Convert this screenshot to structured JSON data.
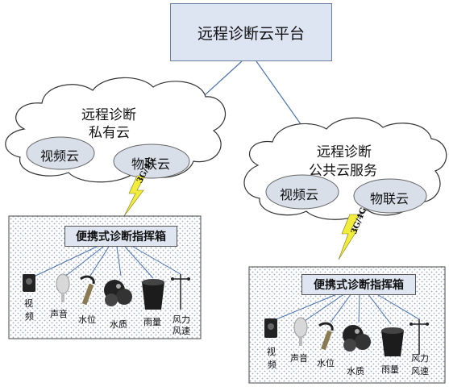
{
  "platform": {
    "label": "远程诊断云平台"
  },
  "private_cloud": {
    "title_line1": "远程诊断",
    "title_line2": "私有云",
    "video_cloud": "视频云",
    "iot_cloud": "物联云",
    "link_label": "3G/4G"
  },
  "public_cloud": {
    "title_line1": "远程诊断",
    "title_line2": "公共云服务",
    "video_cloud": "视频云",
    "iot_cloud": "物联云",
    "link_label": "3G/4G"
  },
  "box_left": {
    "title": "便携式诊断指挥箱",
    "sensors": {
      "video": [
        "视",
        "频"
      ],
      "sound": "声音",
      "water_level": "水位",
      "water_quality": "水质",
      "rainfall": "雨量",
      "wind": [
        "风力",
        "风速"
      ]
    }
  },
  "box_right": {
    "title": "便携式诊断指挥箱",
    "sensors": {
      "video": [
        "视",
        "频"
      ],
      "sound": "声音",
      "water_level": "水位",
      "water_quality": "水质",
      "rainfall": "雨量",
      "wind": [
        "风力",
        "风速"
      ]
    }
  },
  "colors": {
    "platform_fill": "#dde4f2",
    "link_line": "#4a72b0",
    "lightning": "#f2ec3a",
    "box_hatch": "#b7c3d6"
  }
}
